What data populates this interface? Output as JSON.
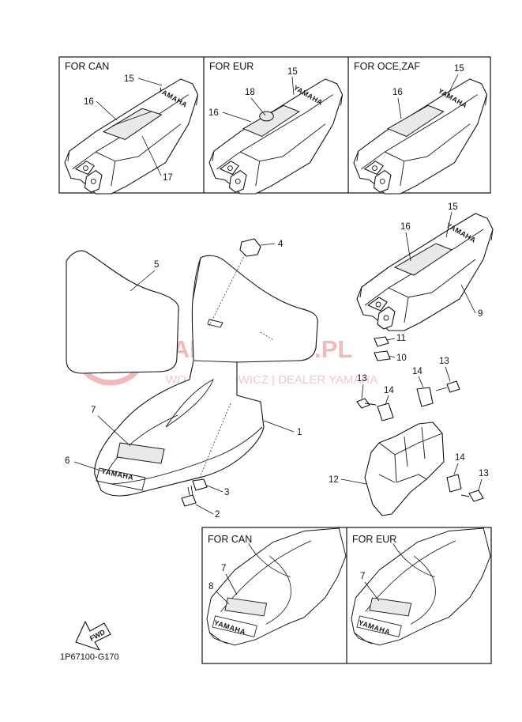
{
  "diagram": {
    "code": "1P67100-G170",
    "fwd_label": "FWD",
    "logo_text": "YAMAHA",
    "watermark": {
      "title": "YAMA-SKLEP.PL",
      "subtitle": "WOJCIECHOWICZ | DEALER YAMAHA",
      "color": "#f2b9bb"
    },
    "insets": {
      "top_can": "FOR CAN",
      "top_eur": "FOR EUR",
      "top_oce": "FOR OCE,ZAF",
      "bottom_can": "FOR CAN",
      "bottom_eur": "FOR EUR"
    },
    "callouts": {
      "c1": "1",
      "c2": "2",
      "c3": "3",
      "c4": "4",
      "c5": "5",
      "c6": "6",
      "c7": "7",
      "c9": "9",
      "c10": "10",
      "c11": "11",
      "c12": "12",
      "c13a": "13",
      "c13b": "13",
      "c13c": "13",
      "c14a": "14",
      "c14b": "14",
      "c14c": "14",
      "c15a": "15",
      "c15b": "15",
      "c15c": "15",
      "c15d": "15",
      "c16a": "16",
      "c16b": "16",
      "c16c": "16",
      "c16d": "16",
      "c17": "17",
      "c18": "18",
      "c7b": "7",
      "c8": "8",
      "c7c": "7"
    }
  }
}
